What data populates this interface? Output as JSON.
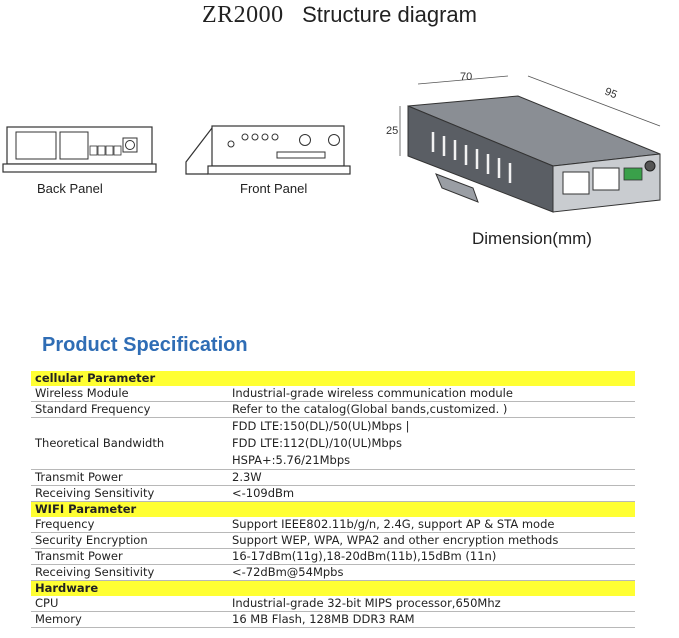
{
  "header": {
    "model": "ZR2000",
    "subtitle": "Structure diagram"
  },
  "panels": {
    "back_label": "Back Panel",
    "front_label": "Front Panel"
  },
  "dimension": {
    "caption": "Dimension(mm)",
    "width": "70",
    "depth": "95",
    "height": "25"
  },
  "spec": {
    "heading": "Product Specification",
    "sections": [
      {
        "title": "cellular Parameter",
        "rows": [
          {
            "key": "Wireless Module",
            "lines": [
              "Industrial-grade wireless communication module"
            ]
          },
          {
            "key": "Standard Frequency",
            "lines": [
              "Refer to the catalog(Global bands,customized. )"
            ]
          },
          {
            "key": "Theoretical Bandwidth",
            "lines": [
              "FDD LTE:150(DL)/50(UL)Mbps |",
              "FDD LTE:112(DL)/10(UL)Mbps",
              "HSPA+:5.76/21Mbps"
            ]
          },
          {
            "key": "Transmit Power",
            "lines": [
              "2.3W"
            ]
          },
          {
            "key": "Receiving Sensitivity",
            "lines": [
              "<-109dBm"
            ]
          }
        ]
      },
      {
        "title": "WIFI Parameter",
        "rows": [
          {
            "key": "Frequency",
            "lines": [
              "Support IEEE802.11b/g/n, 2.4G, support AP & STA mode"
            ]
          },
          {
            "key": "Security Encryption",
            "lines": [
              "Support WEP, WPA, WPA2 and other encryption methods"
            ]
          },
          {
            "key": "Transmit Power",
            "lines": [
              "16-17dBm(11g),18-20dBm(11b),15dBm (11n)"
            ]
          },
          {
            "key": "Receiving Sensitivity",
            "lines": [
              "<-72dBm@54Mpbs"
            ]
          }
        ]
      },
      {
        "title": "Hardware",
        "rows": [
          {
            "key": "CPU",
            "lines": [
              "Industrial-grade 32-bit MIPS processor,650Mhz"
            ]
          },
          {
            "key": "Memory",
            "lines": [
              "16 MB Flash, 128MB DDR3 RAM"
            ]
          }
        ]
      }
    ]
  }
}
